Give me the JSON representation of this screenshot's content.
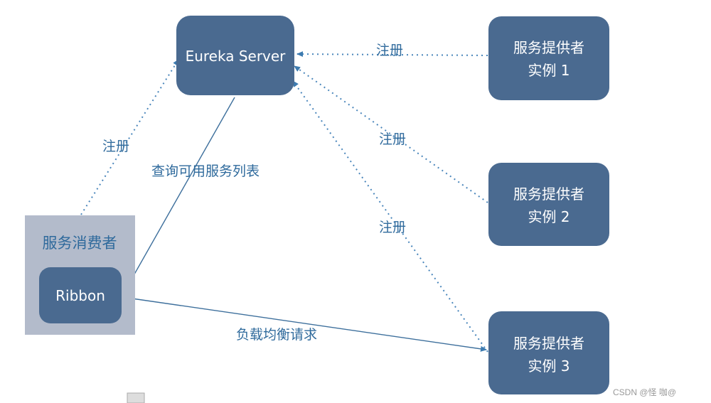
{
  "colors": {
    "node": "#4a6a90",
    "consumer_bg": "#b3bbcb",
    "edge": "#3d7bb0",
    "label": "#2f6a9c"
  },
  "nodes": {
    "eureka": "Eureka Server",
    "provider1": {
      "line1": "服务提供者",
      "line2": "实例 1"
    },
    "provider2": {
      "line1": "服务提供者",
      "line2": "实例 2"
    },
    "provider3": {
      "line1": "服务提供者",
      "line2": "实例 3"
    },
    "consumer": "服务消费者",
    "ribbon": "Ribbon"
  },
  "edges": {
    "register1": "注册",
    "register2": "注册",
    "register3": "注册",
    "register_consumer": "注册",
    "query": "查询可用服务列表",
    "loadbalance": "负载均衡请求"
  },
  "watermark": "CSDN @怪 咖@"
}
